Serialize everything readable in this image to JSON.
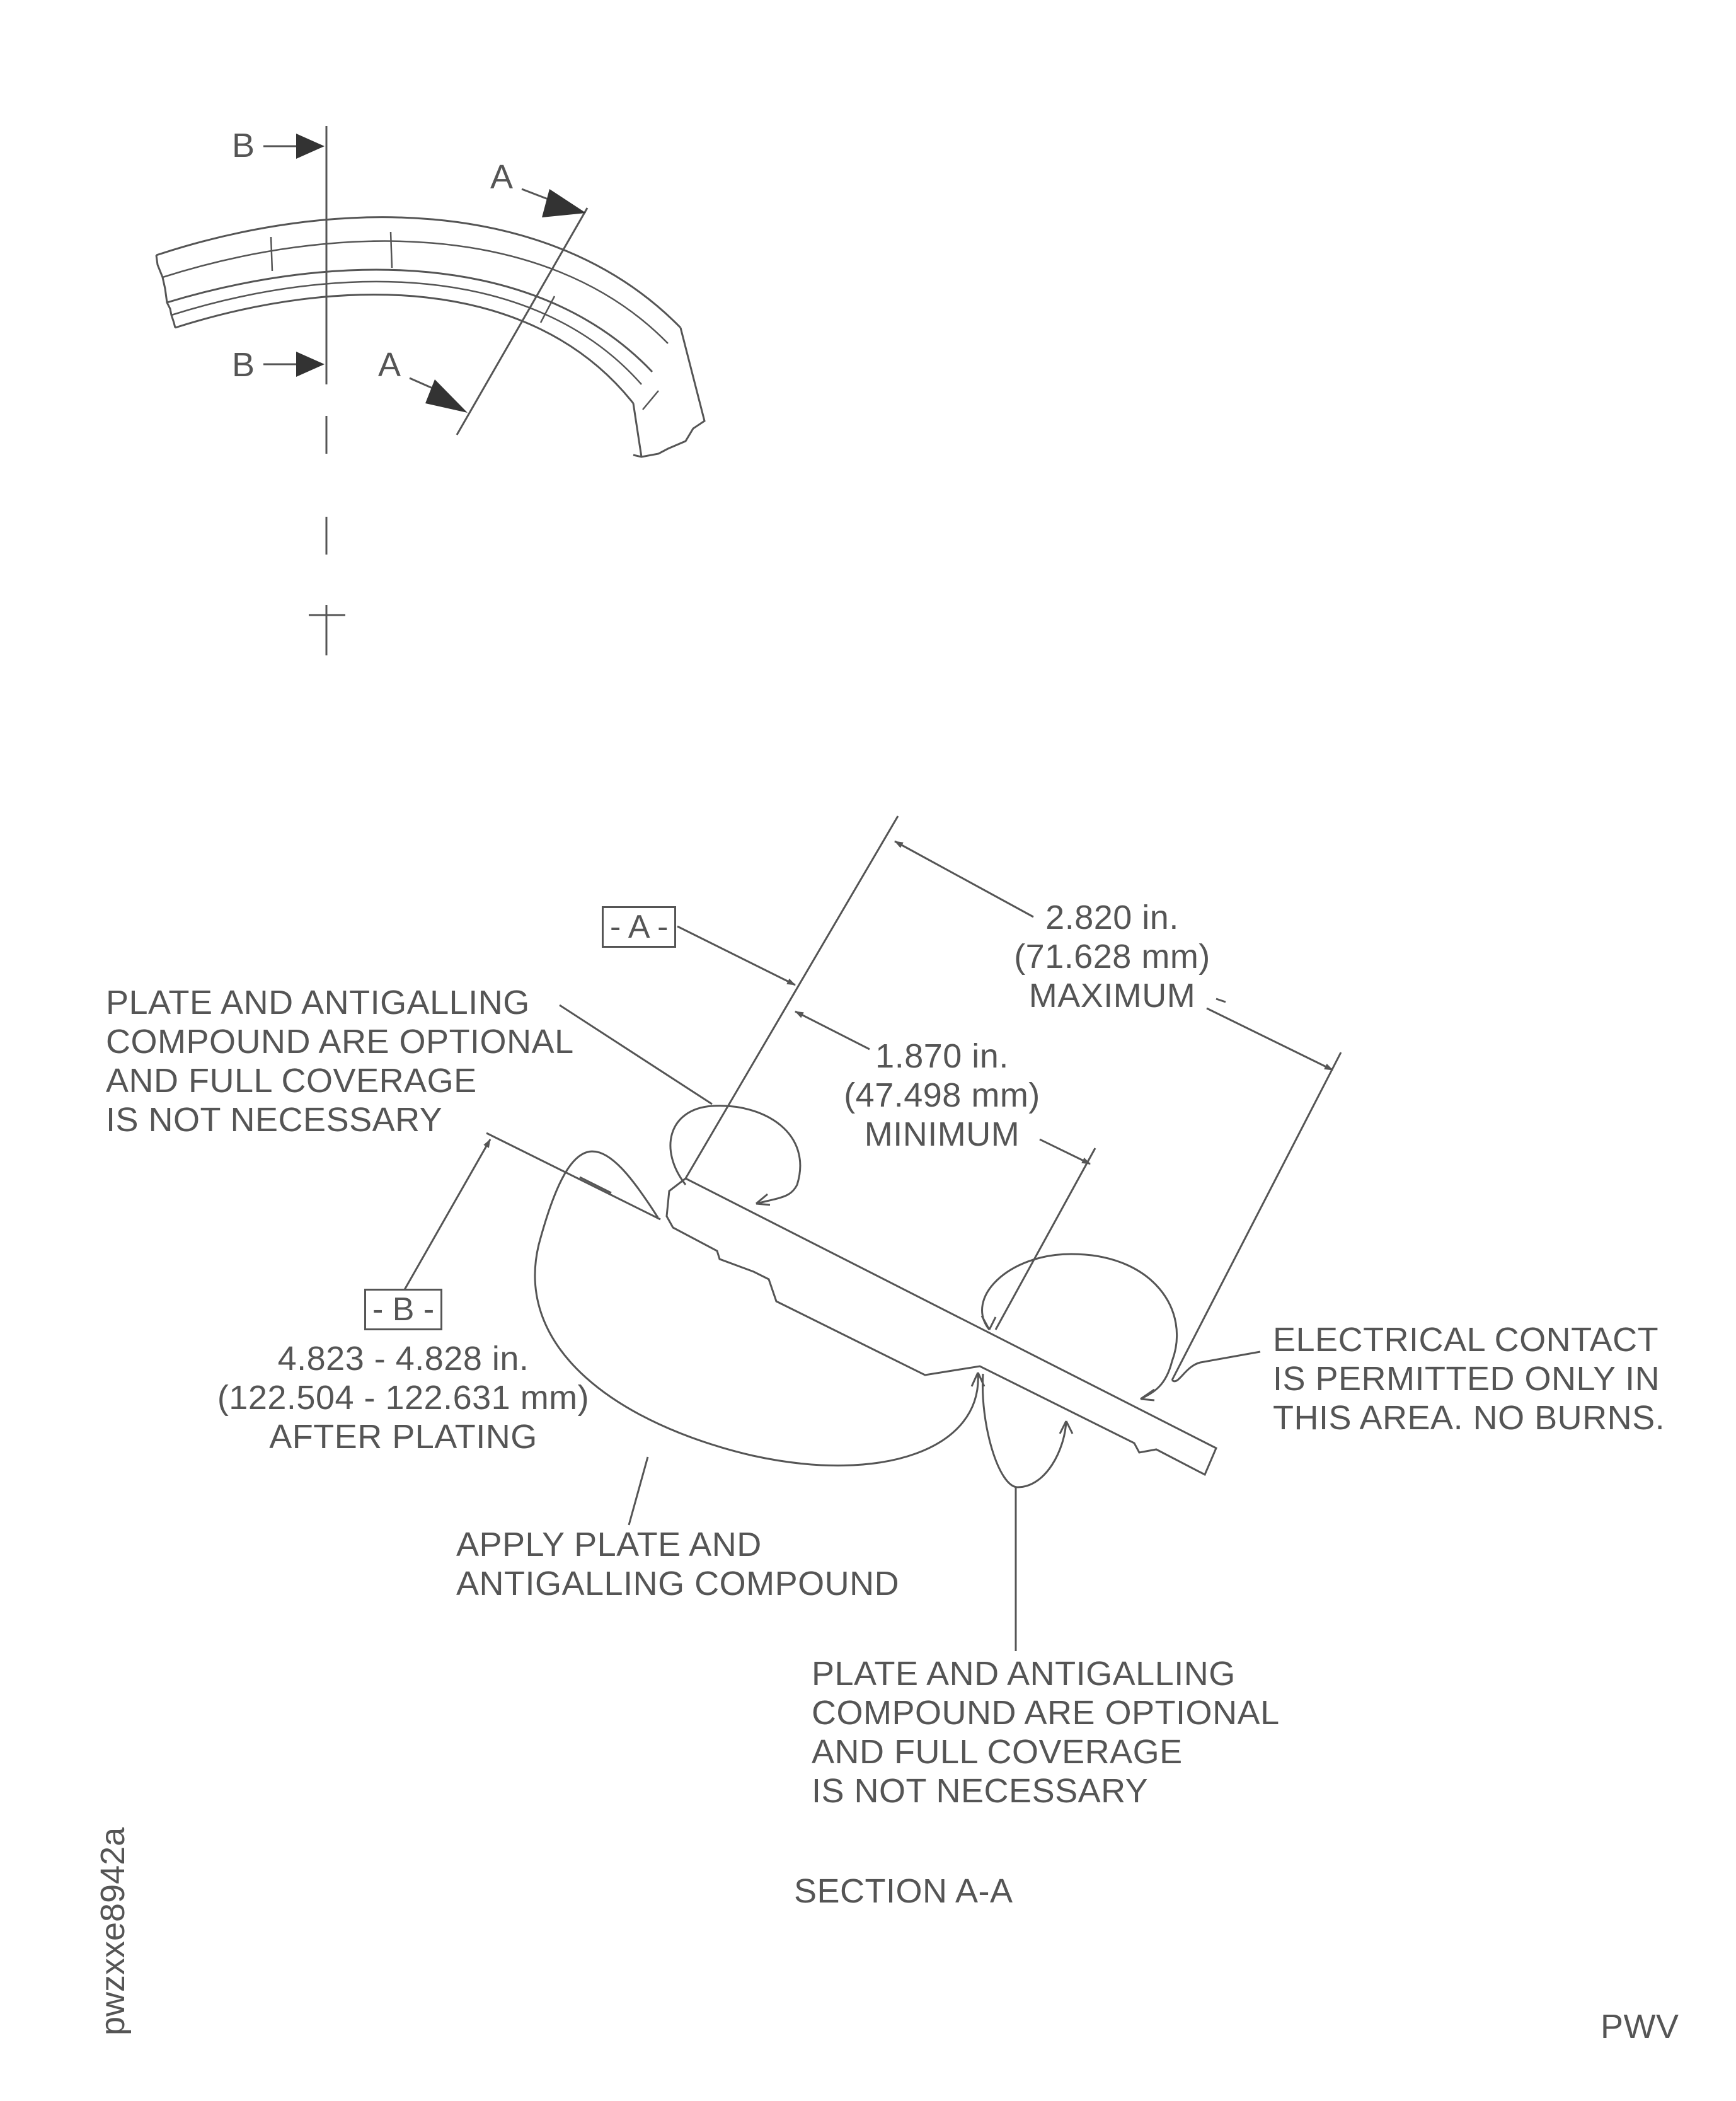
{
  "view_labels": {
    "b_top": "B",
    "b_bottom": "B",
    "a_top": "A",
    "a_bottom": "A"
  },
  "datums": {
    "a": "- A -",
    "b": "- B -"
  },
  "dimensions": {
    "max_line1": "2.820 in.",
    "max_line2": "(71.628 mm)",
    "max_line3": "MAXIMUM",
    "min_line1": "1.870 in.",
    "min_line2": "(47.498 mm)",
    "min_line3": "MINIMUM",
    "dia_line1": "4.823 - 4.828 in.",
    "dia_line2": "(122.504 - 122.631 mm)",
    "dia_line3": "AFTER PLATING"
  },
  "notes": {
    "optional_top": "PLATE AND ANTIGALLING\nCOMPOUND ARE OPTIONAL\nAND FULL COVERAGE\nIS NOT NECESSARY",
    "electrical": "ELECTRICAL CONTACT\nIS PERMITTED ONLY IN\nTHIS AREA. NO BURNS.",
    "apply": "APPLY PLATE AND\nANTIGALLING COMPOUND",
    "optional_bottom": "PLATE AND ANTIGALLING\nCOMPOUND ARE OPTIONAL\nAND FULL COVERAGE\nIS NOT NECESSARY"
  },
  "section_title": "SECTION A-A",
  "figure_id": "pwzxxe8942a",
  "logo": "PWV"
}
